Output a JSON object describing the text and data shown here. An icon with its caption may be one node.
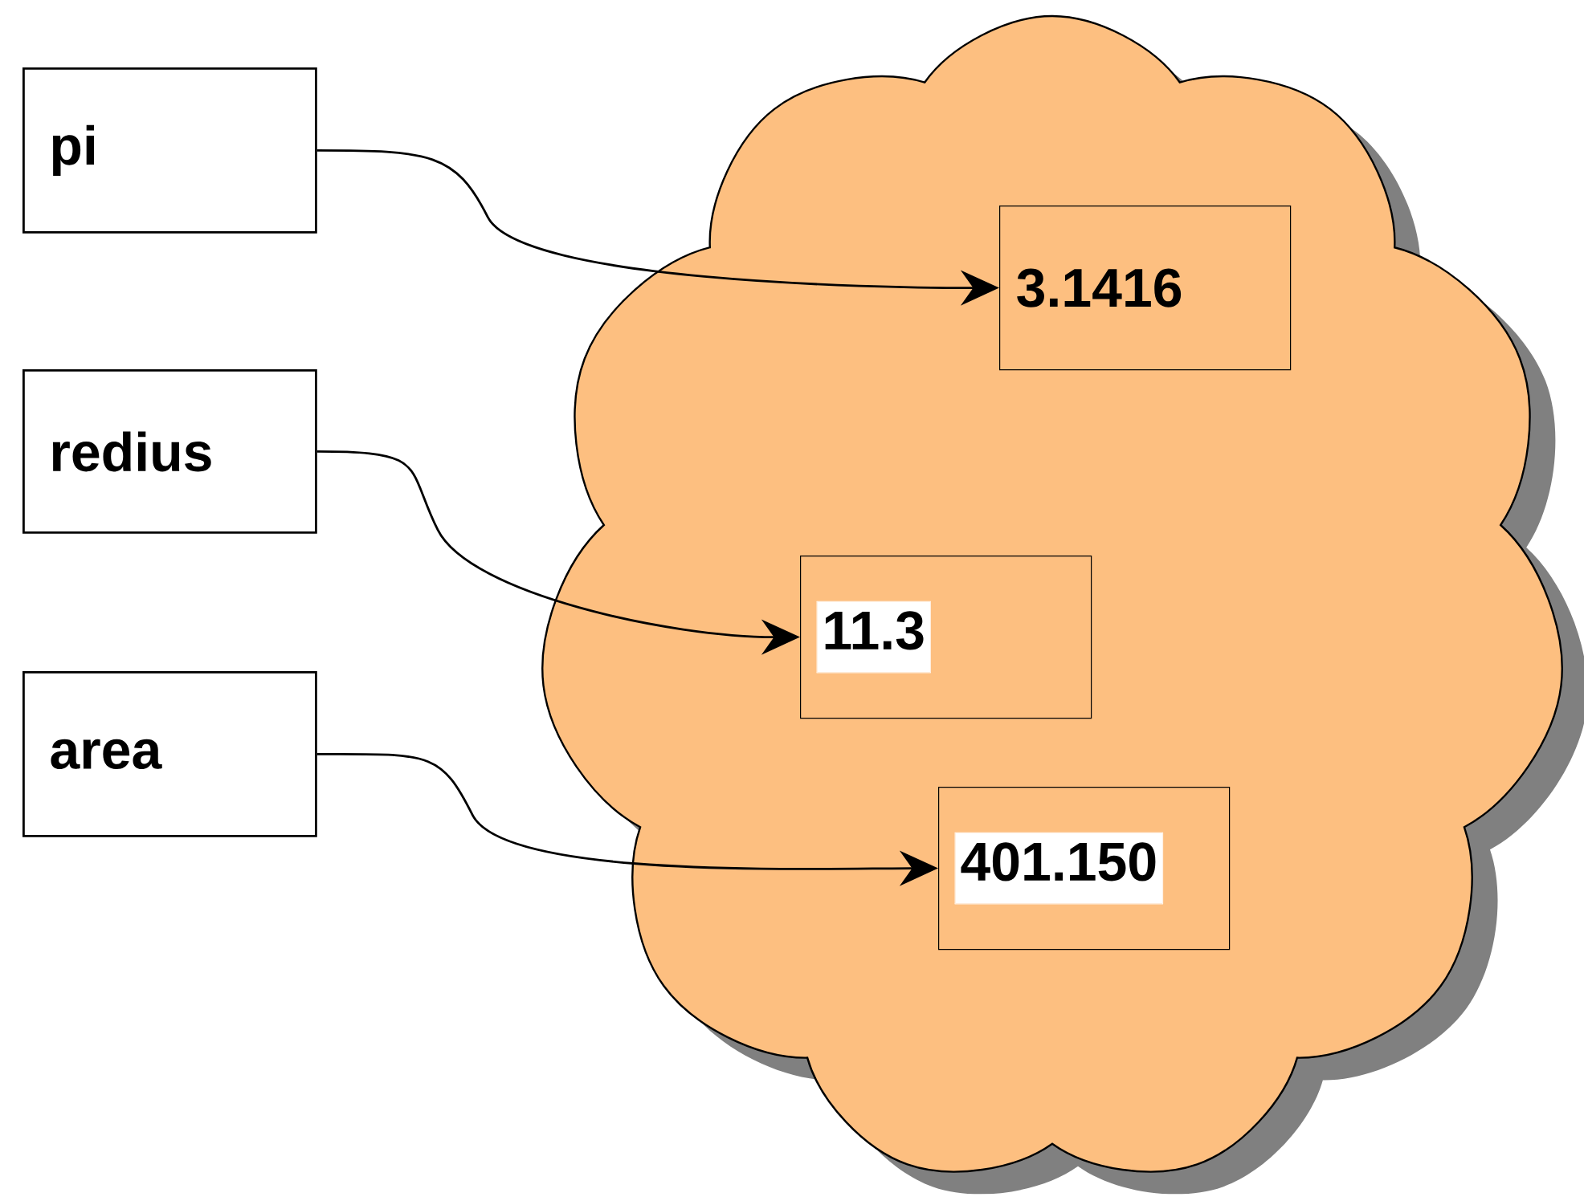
{
  "diagram": {
    "nodes": [
      {
        "text": [
          "pi"
        ]
      },
      {
        "text": [
          "redius"
        ]
      },
      {
        "text": [
          "area"
        ]
      },
      {
        "text": [],
        "shape": "cloud"
      },
      {
        "text": [
          "3.1416"
        ],
        "in": 3
      },
      {
        "text": [
          "11.3"
        ],
        "in": 3
      },
      {
        "text": [
          "401.150"
        ],
        "in": 3
      }
    ],
    "edges": [
      {
        "from": 0,
        "to": 4,
        "arrow": "to"
      },
      {
        "from": 1,
        "to": 5,
        "arrow": "to"
      },
      {
        "from": 2,
        "to": 6,
        "arrow": "to"
      }
    ]
  }
}
